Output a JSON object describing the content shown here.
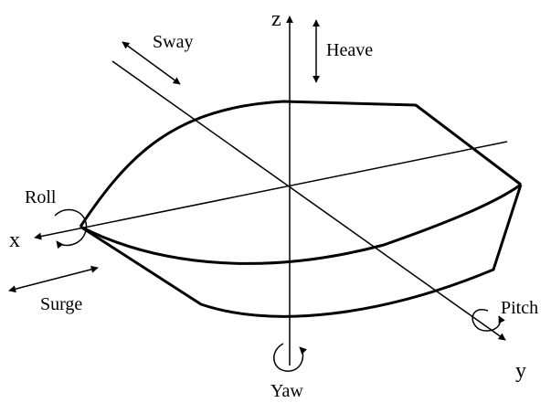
{
  "axes": {
    "x": "x",
    "y": "y",
    "z": "z"
  },
  "motions": {
    "surge": "Surge",
    "sway": "Sway",
    "heave": "Heave",
    "roll": "Roll",
    "pitch": "Pitch",
    "yaw": "Yaw"
  },
  "colors": {
    "stroke": "#000000",
    "background": "#ffffff"
  }
}
